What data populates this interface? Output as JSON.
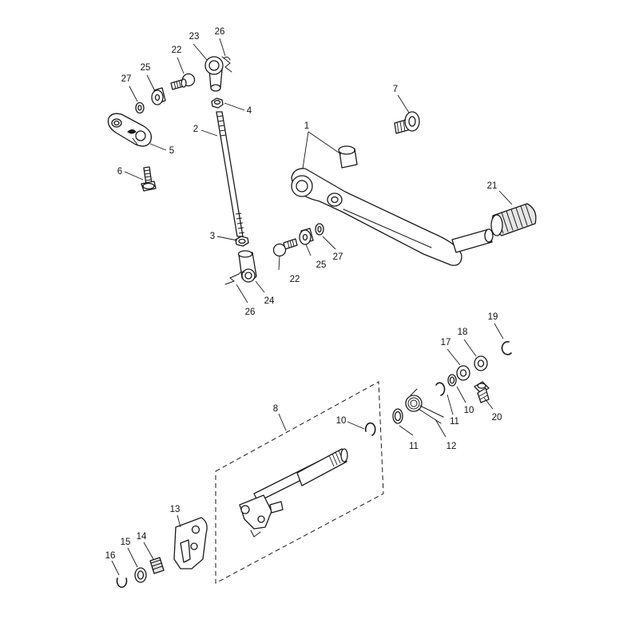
{
  "callouts": [
    {
      "id": "c1",
      "label": "1"
    },
    {
      "id": "c2",
      "label": "2"
    },
    {
      "id": "c3",
      "label": "3"
    },
    {
      "id": "c4",
      "label": "4"
    },
    {
      "id": "c5",
      "label": "5"
    },
    {
      "id": "c6",
      "label": "6"
    },
    {
      "id": "c7",
      "label": "7"
    },
    {
      "id": "c8",
      "label": "8"
    },
    {
      "id": "c10a",
      "label": "10"
    },
    {
      "id": "c10b",
      "label": "10"
    },
    {
      "id": "c11a",
      "label": "11"
    },
    {
      "id": "c11b",
      "label": "11"
    },
    {
      "id": "c12",
      "label": "12"
    },
    {
      "id": "c13",
      "label": "13"
    },
    {
      "id": "c14",
      "label": "14"
    },
    {
      "id": "c15",
      "label": "15"
    },
    {
      "id": "c16",
      "label": "16"
    },
    {
      "id": "c17",
      "label": "17"
    },
    {
      "id": "c18",
      "label": "18"
    },
    {
      "id": "c19",
      "label": "19"
    },
    {
      "id": "c20",
      "label": "20"
    },
    {
      "id": "c21",
      "label": "21"
    },
    {
      "id": "c22a",
      "label": "22"
    },
    {
      "id": "c22b",
      "label": "22"
    },
    {
      "id": "c23",
      "label": "23"
    },
    {
      "id": "c24",
      "label": "24"
    },
    {
      "id": "c25a",
      "label": "25"
    },
    {
      "id": "c25b",
      "label": "25"
    },
    {
      "id": "c26a",
      "label": "26"
    },
    {
      "id": "c26b",
      "label": "26"
    },
    {
      "id": "c27a",
      "label": "27"
    },
    {
      "id": "c27b",
      "label": "27"
    }
  ]
}
